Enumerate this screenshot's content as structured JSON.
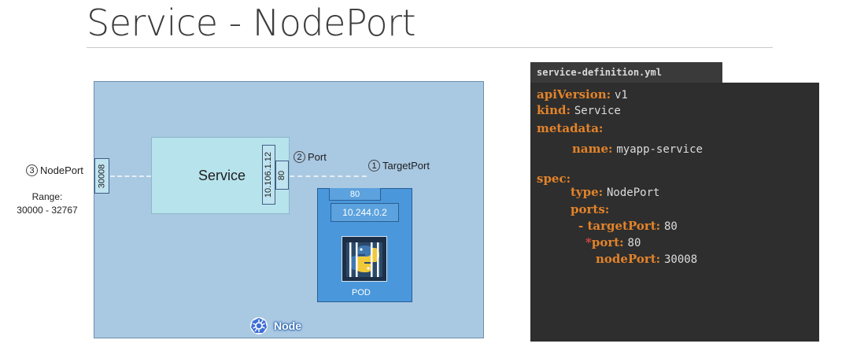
{
  "title": "Service - NodePort",
  "node": {
    "label": "Node"
  },
  "service": {
    "label": "Service",
    "cluster_ip": "10.106.1.12",
    "port": "80",
    "node_port": "30008"
  },
  "pod": {
    "port": "80",
    "ip": "10.244.0.2",
    "label": "POD",
    "logo_icon": "python-container-icon"
  },
  "callouts": {
    "node_port": {
      "num": "3",
      "label": "NodePort"
    },
    "port": {
      "num": "2",
      "label": "Port"
    },
    "target_port": {
      "num": "1",
      "label": "TargetPort"
    },
    "range_label": "Range:",
    "range_value": "30000 - 32767"
  },
  "code": {
    "filename": "service-definition.yml",
    "api_key": "apiVersion:",
    "api_val": "v1",
    "kind_key": "kind:",
    "kind_val": "Service",
    "metadata_key": "metadata:",
    "name_key": "name:",
    "name_val": "myapp-service",
    "spec_key": "spec:",
    "type_key": "type:",
    "type_val": "NodePort",
    "ports_key": "ports:",
    "target_key": "- targetPort:",
    "target_val": "80",
    "star": "*",
    "port_key": "port:",
    "port_val": "80",
    "nodeport_key": "nodePort:",
    "nodeport_val": "30008"
  },
  "colors": {
    "node_bg": "#a9c8e2",
    "service_bg": "#b7e3ec",
    "pod_bg": "#4a97db",
    "code_bg": "#2e2e2e",
    "code_key": "#e3832a"
  }
}
